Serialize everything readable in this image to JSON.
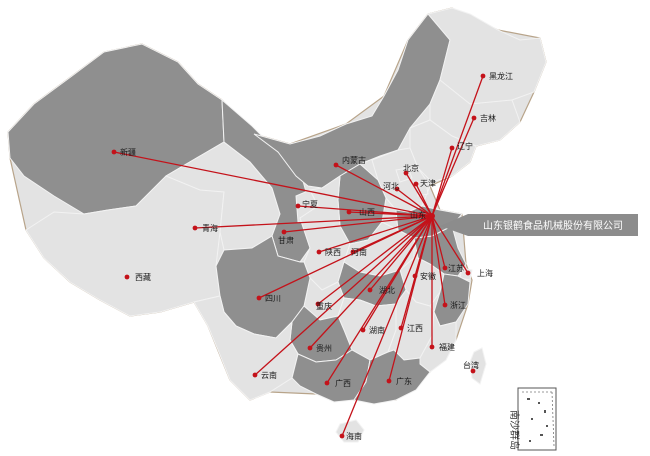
{
  "map": {
    "colors": {
      "dark_region": "#8f8f8f",
      "light_region": "#e3e3e3",
      "border": "#f2f2f2",
      "outer_border": "#b8a48a",
      "route": "#c4121a",
      "dot": "#c4121a",
      "callout": "#8c8c8c"
    },
    "hq": {
      "name": "山东",
      "callout_label": "山东银鹤食品机械股份有限公司"
    },
    "provinces": {
      "heilongjiang": {
        "label": "黑龙江",
        "shade": "light",
        "connected": true
      },
      "jilin": {
        "label": "吉林",
        "shade": "light",
        "connected": true
      },
      "liaoning": {
        "label": "辽宁",
        "shade": "light",
        "connected": true
      },
      "neimenggu": {
        "label": "内蒙古",
        "shade": "dark",
        "connected": true
      },
      "beijing": {
        "label": "北京",
        "shade": "light",
        "connected": true
      },
      "tianjin": {
        "label": "天津",
        "shade": "light",
        "connected": true
      },
      "hebei": {
        "label": "河北",
        "shade": "light",
        "connected": true
      },
      "shanxi": {
        "label": "山西",
        "shade": "dark",
        "connected": true
      },
      "ningxia": {
        "label": "宁夏",
        "shade": "light",
        "connected": true
      },
      "xinjiang": {
        "label": "新疆",
        "shade": "dark",
        "connected": true
      },
      "qinghai": {
        "label": "青海",
        "shade": "light",
        "connected": true
      },
      "gansu": {
        "label": "甘肃",
        "shade": "dark",
        "connected": true
      },
      "shaanxi": {
        "label": "陕西",
        "shade": "light",
        "connected": true
      },
      "henan": {
        "label": "河南",
        "shade": "light",
        "connected": true
      },
      "jiangsu": {
        "label": "江苏",
        "shade": "dark",
        "connected": true
      },
      "anhui": {
        "label": "安徽",
        "shade": "light",
        "connected": true
      },
      "shanghai": {
        "label": "上海",
        "shade": "light",
        "connected": true
      },
      "zhejiang": {
        "label": "浙江",
        "shade": "dark",
        "connected": true
      },
      "hubei": {
        "label": "湖北",
        "shade": "dark",
        "connected": true
      },
      "chongqing": {
        "label": "重庆",
        "shade": "light",
        "connected": true
      },
      "sichuan": {
        "label": "四川",
        "shade": "dark",
        "connected": true
      },
      "xizang": {
        "label": "西藏",
        "shade": "light",
        "connected": false
      },
      "hunan": {
        "label": "湖南",
        "shade": "light",
        "connected": true
      },
      "jiangxi": {
        "label": "江西",
        "shade": "light",
        "connected": true
      },
      "fujian": {
        "label": "福建",
        "shade": "light",
        "connected": true
      },
      "guizhou": {
        "label": "贵州",
        "shade": "dark",
        "connected": true
      },
      "yunnan": {
        "label": "云南",
        "shade": "light",
        "connected": true
      },
      "guangxi": {
        "label": "广西",
        "shade": "dark",
        "connected": true
      },
      "guangdong": {
        "label": "广东",
        "shade": "dark",
        "connected": true
      },
      "hainan": {
        "label": "海南",
        "shade": "light",
        "connected": true
      },
      "taiwan": {
        "label": "台湾",
        "shade": "light",
        "connected": false
      }
    },
    "inset": {
      "label": "南沙群岛"
    }
  }
}
